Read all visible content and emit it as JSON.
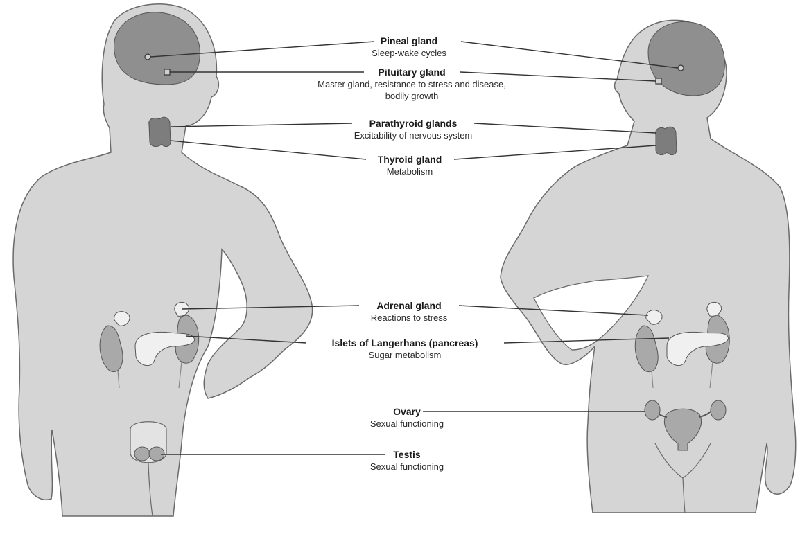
{
  "colors": {
    "body": "#d5d5d5",
    "body_outline": "#6a6a6a",
    "brain": "#8f8f8f",
    "gland": "#7d7d7d",
    "kidney": "#a9a9a9",
    "pale_organ": "#f0f0f0",
    "line": "#333333"
  },
  "labels": {
    "pineal": {
      "name": "Pineal gland",
      "func": "Sleep-wake cycles"
    },
    "pituitary": {
      "name": "Pituitary gland",
      "func1": "Master gland, resistance to stress and disease,",
      "func2": "bodily growth"
    },
    "parathyroid": {
      "name": "Parathyroid glands",
      "func": "Excitability of nervous system"
    },
    "thyroid": {
      "name": "Thyroid gland",
      "func": "Metabolism"
    },
    "adrenal": {
      "name": "Adrenal gland",
      "func": "Reactions to stress"
    },
    "islets": {
      "name": "Islets of Langerhans (pancreas)",
      "func": "Sugar metabolism"
    },
    "ovary": {
      "name": "Ovary",
      "func": "Sexual functioning"
    },
    "testis": {
      "name": "Testis",
      "func": "Sexual functioning"
    }
  }
}
